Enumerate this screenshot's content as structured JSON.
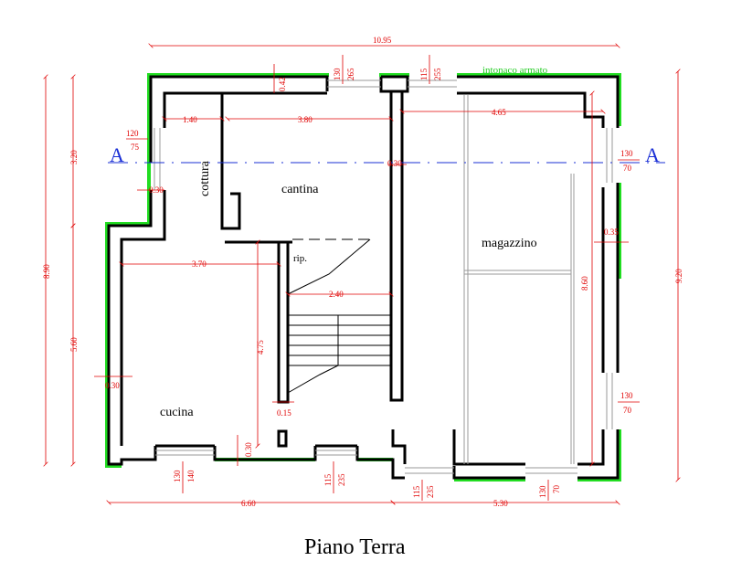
{
  "title": "Piano Terra",
  "note": "intonaco armato",
  "section_marker": "A",
  "rooms": {
    "cottura": "cottura",
    "cantina": "cantina",
    "magazzino": "magazzino",
    "cucina": "cucina",
    "rip": "rip."
  },
  "dims": {
    "total_width": "10.95",
    "top_win1_a": "130",
    "top_win1_b": "265",
    "top_win2_a": "115",
    "top_win2_b": "255",
    "wall_top": "0.42",
    "d140": "1.40",
    "d380": "3.80",
    "d465": "4.65",
    "left_win_a": "120",
    "left_win_b": "75",
    "right_win1_a": "130",
    "right_win1_b": "70",
    "wall_030_left": "0.30",
    "wall_030_mid": "0.30",
    "wall_035": "0.35",
    "d370": "3.70",
    "d240": "2.40",
    "d475": "4.75",
    "d860": "8.60",
    "wall_030_side": "0.30",
    "d015": "0.15",
    "right_win2_a": "130",
    "right_win2_b": "70",
    "bot_win1_a": "130",
    "bot_win1_b": "140",
    "wall_030_bot": "0.30",
    "bot_win2_a": "115",
    "bot_win2_b": "235",
    "bot_win3_a": "115",
    "bot_win3_b": "235",
    "bot_win4_a": "130",
    "bot_win4_b": "70",
    "d660": "6.60",
    "d530": "5.30",
    "h890": "8.90",
    "h320": "3.20",
    "h560": "5.60",
    "h920": "9.20"
  }
}
